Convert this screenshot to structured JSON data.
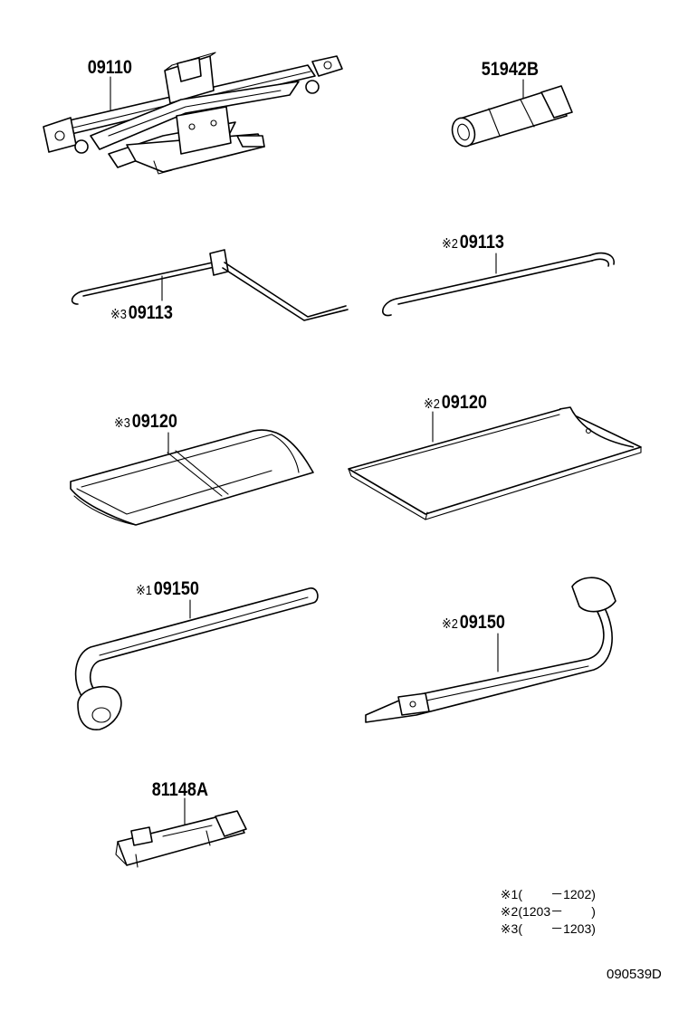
{
  "parts": [
    {
      "id": "jack",
      "mark": "",
      "number": "09110"
    },
    {
      "id": "wrench-tube",
      "mark": "",
      "number": "51942B"
    },
    {
      "id": "handle-a",
      "mark": "※3",
      "number": "09113"
    },
    {
      "id": "handle-b",
      "mark": "※2",
      "number": "09113"
    },
    {
      "id": "bag-a",
      "mark": "※3",
      "number": "09120"
    },
    {
      "id": "bag-b",
      "mark": "※2",
      "number": "09120"
    },
    {
      "id": "lug-wrench-a",
      "mark": "※1",
      "number": "09150"
    },
    {
      "id": "lug-wrench-b",
      "mark": "※2",
      "number": "09150"
    },
    {
      "id": "adapter",
      "mark": "",
      "number": "81148A"
    }
  ],
  "notes": [
    {
      "mark": "※1",
      "text": "(        －1202)"
    },
    {
      "mark": "※2",
      "text": "(1203－        )"
    },
    {
      "mark": "※3",
      "text": "(        －1203)"
    }
  ],
  "document_id": "090539D"
}
